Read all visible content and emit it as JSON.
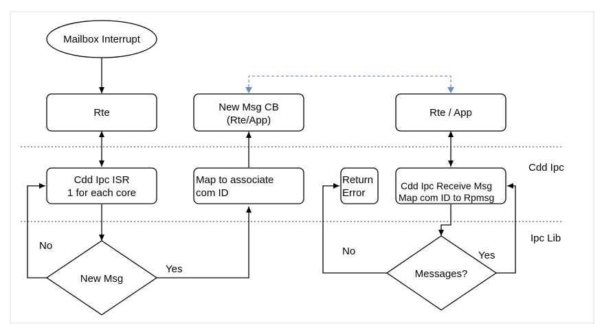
{
  "colors": {
    "stroke": "#000000",
    "frame": "#d9d9d9",
    "divider": "#999999",
    "dashed_link": "#6c8ebf"
  },
  "nodes": {
    "mailbox_interrupt": "Mailbox Interrupt",
    "rte": "Rte",
    "new_msg_cb": [
      "New Msg CB",
      "(Rte/App)"
    ],
    "rte_app": "Rte / App",
    "cdd_ipc_isr": [
      "Cdd Ipc ISR",
      "1 for each core"
    ],
    "map_associate": [
      "Map to associate",
      "com ID"
    ],
    "return_error": [
      "Return",
      "Error"
    ],
    "cdd_ipc_receive": [
      "Cdd Ipc Receive Msg",
      "Map com ID to Rpmsg"
    ],
    "new_msg_decision": "New Msg",
    "messages_decision": "Messages?"
  },
  "edge_labels": {
    "left_no": "No",
    "left_yes": "Yes",
    "right_no": "No",
    "right_yes": "Yes"
  },
  "layers": {
    "cdd_ipc": "Cdd Ipc",
    "ipc_lib": "Ipc Lib"
  }
}
